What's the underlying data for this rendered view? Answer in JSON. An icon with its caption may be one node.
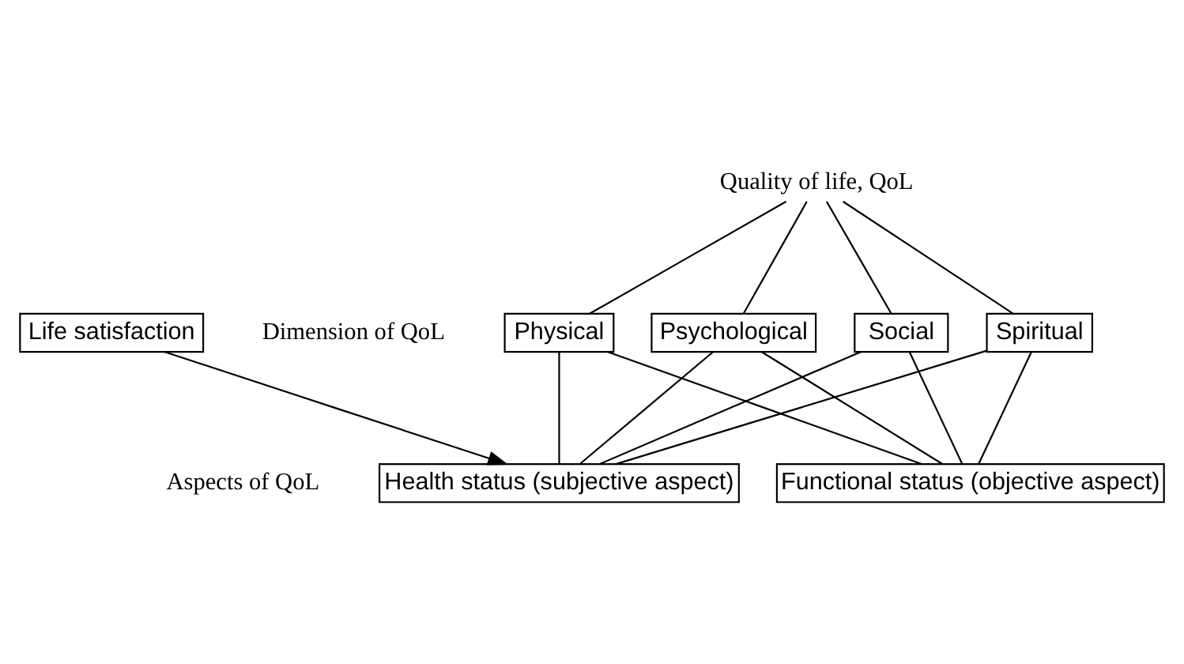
{
  "diagram": {
    "nodes": [
      {
        "text": [
          "Quality of life, QoL"
        ]
      },
      {
        "text": [
          "Physical"
        ]
      },
      {
        "text": [
          "Psychological"
        ]
      },
      {
        "text": [
          "Social"
        ]
      },
      {
        "text": [
          "Spiritual"
        ]
      },
      {
        "text": [
          "Health status (subjective aspect)"
        ]
      },
      {
        "text": [
          "Functional status (objective aspect)"
        ]
      },
      {
        "text": [
          "Life satisfaction"
        ]
      }
    ],
    "edges": [
      {
        "from": 0,
        "to": 1,
        "arrow": "none"
      },
      {
        "from": 0,
        "to": 2,
        "arrow": "none"
      },
      {
        "from": 0,
        "to": 3,
        "arrow": "none"
      },
      {
        "from": 0,
        "to": 4,
        "arrow": "none"
      },
      {
        "from": 1,
        "to": 5,
        "arrow": "none"
      },
      {
        "from": 1,
        "to": 6,
        "arrow": "none"
      },
      {
        "from": 2,
        "to": 5,
        "arrow": "none"
      },
      {
        "from": 2,
        "to": 6,
        "arrow": "none"
      },
      {
        "from": 3,
        "to": 5,
        "arrow": "none"
      },
      {
        "from": 3,
        "to": 6,
        "arrow": "none"
      },
      {
        "from": 4,
        "to": 5,
        "arrow": "none"
      },
      {
        "from": 4,
        "to": 6,
        "arrow": "none"
      },
      {
        "from": 7,
        "to": 5,
        "arrow": "to"
      }
    ],
    "labels": [
      "Dimension of QoL",
      "Aspects of QoL"
    ]
  }
}
